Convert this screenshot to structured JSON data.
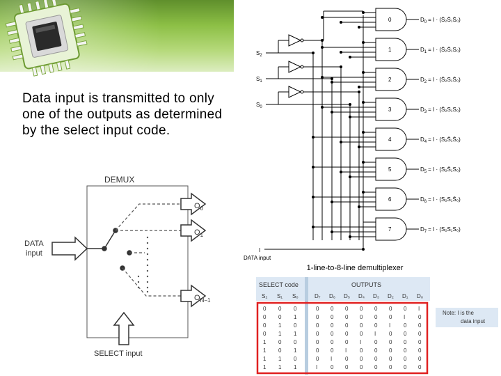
{
  "main_text": "Data input is transmitted to only one of the outputs as determined by the select input code.",
  "demux": {
    "title": "DEMUX",
    "data_label_1": "DATA",
    "data_label_2": "input",
    "select_label": "SELECT input",
    "out0": "O",
    "out0_sub": "0",
    "out1": "O",
    "out1_sub": "1",
    "outn": "O",
    "outn_sub": "N−1"
  },
  "decoder": {
    "select_inputs": [
      {
        "name": "S",
        "sub": "2"
      },
      {
        "name": "S",
        "sub": "1"
      },
      {
        "name": "S",
        "sub": "0"
      }
    ],
    "data_input_label": "DATA input",
    "data_input_name": "I",
    "gates": [
      {
        "num": "0",
        "d": "D",
        "dsub": "0",
        "eq": "= I · (S̄₂S̄₁S̄₀)"
      },
      {
        "num": "1",
        "d": "D",
        "dsub": "1",
        "eq": "= I · (S̄₂S̄₁S₀)"
      },
      {
        "num": "2",
        "d": "D",
        "dsub": "2",
        "eq": "= I · (S̄₂S₁S̄₀)"
      },
      {
        "num": "3",
        "d": "D",
        "dsub": "3",
        "eq": "= I · (S̄₂S₁S₀)"
      },
      {
        "num": "4",
        "d": "D",
        "dsub": "4",
        "eq": "= I · (S₂S̄₁S̄₀)"
      },
      {
        "num": "5",
        "d": "D",
        "dsub": "5",
        "eq": "= I · (S₂S̄₁S₀)"
      },
      {
        "num": "6",
        "d": "D",
        "dsub": "6",
        "eq": "= I · (S₂S₁S̄₀)"
      },
      {
        "num": "7",
        "d": "D",
        "dsub": "7",
        "eq": "= I · (S₂S₁S₀)"
      }
    ]
  },
  "caption": "1-line-to-8-line demultiplexer",
  "truth_table": {
    "select_header": "SELECT code",
    "outputs_header": "OUTPUTS",
    "select_columns": [
      "S₂",
      "S₁",
      "S₀"
    ],
    "output_columns": [
      "D₇",
      "D₆",
      "D₅",
      "D₄",
      "D₃",
      "D₂",
      "D₁",
      "D₀"
    ],
    "rows": [
      [
        "0",
        "0",
        "0",
        "0",
        "0",
        "0",
        "0",
        "0",
        "0",
        "0",
        "I"
      ],
      [
        "0",
        "0",
        "1",
        "0",
        "0",
        "0",
        "0",
        "0",
        "0",
        "I",
        "0"
      ],
      [
        "0",
        "1",
        "0",
        "0",
        "0",
        "0",
        "0",
        "0",
        "I",
        "0",
        "0"
      ],
      [
        "0",
        "1",
        "1",
        "0",
        "0",
        "0",
        "0",
        "I",
        "0",
        "0",
        "0"
      ],
      [
        "1",
        "0",
        "0",
        "0",
        "0",
        "0",
        "I",
        "0",
        "0",
        "0",
        "0"
      ],
      [
        "1",
        "0",
        "1",
        "0",
        "0",
        "I",
        "0",
        "0",
        "0",
        "0",
        "0"
      ],
      [
        "1",
        "1",
        "0",
        "0",
        "I",
        "0",
        "0",
        "0",
        "0",
        "0",
        "0"
      ],
      [
        "1",
        "1",
        "1",
        "I",
        "0",
        "0",
        "0",
        "0",
        "0",
        "0",
        "0"
      ]
    ],
    "highlight_color": "#e02020"
  },
  "note": {
    "line1": "Note: I is the",
    "line2": "data input"
  },
  "colors": {
    "banner_green": "#8cbf45",
    "chip_body": "#2a2a2a"
  },
  "icons": {
    "chip": "microchip-icon"
  }
}
